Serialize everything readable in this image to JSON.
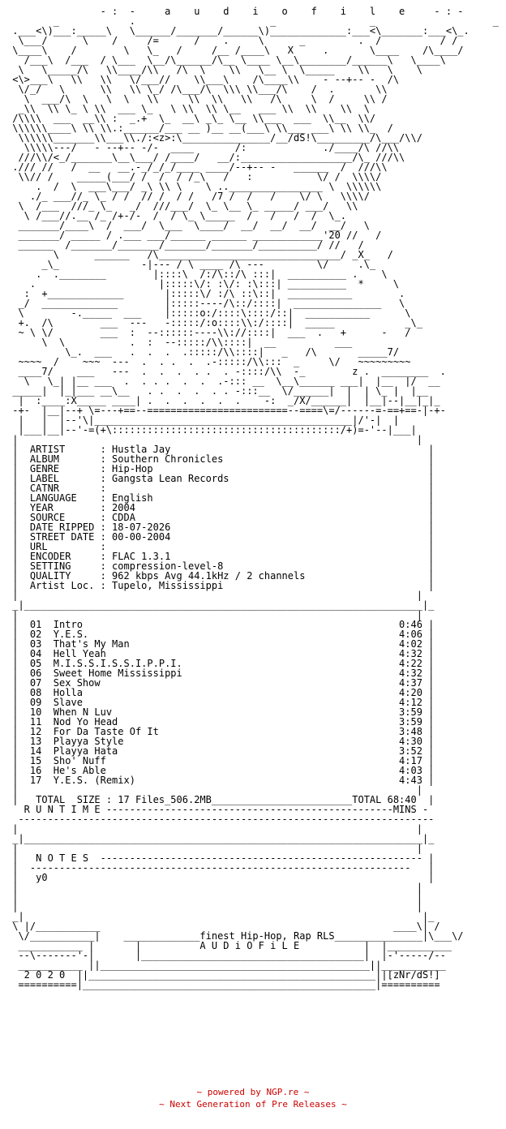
{
  "nfo": {
    "banner": "                - :  -     a    u    d    i    o    f    i    l    e     - : -",
    "art_top": [
      "        _            .                       _                _                    _",
      " .___<\\)___:_____\\   \\______/_______/______\\)_____________:___<\\_______:___<\\_.",
      "  \\___/      \\    /     /=      /    .     \\      _         .  /          / /",
      " \\____\\    /        \\   \\_   /     /__ /____\\   X     .       \\____    /\\____/",
      "   /___\\  /___  / \\___  \\__/\\______/\\__ \\____ \\__\\________/______\\   \\____\\",
      "  \\   \\_____/\\   \\\\____/\\\\   /\\  \\    \\\\   \\__ \\  \\_____    \\\\   \\    \\",
      " <\\>___\\   \\\\   \\\\   \\/___//    \\\\___\\    /\\____\\\\    - --+-- -  /\\",
      "  \\/_/   \\      \\\\   \\\\ \\_/ /\\___/\\  \\\\\\ \\\\___/\\    /  .       \\\\",
      "   \\  ___/\\  \\   \\  \\   \\\\     \\\\  \\\\   \\\\   /\\     \\  /     \\\\ /",
      "  _\\\\  \\\\ \\_ \\ \\\\  ___ \\_   \\ \\\\  \\\\ \\__   ___ \\\\  \\\\    \\\\  \\",
      " /\\\\\\\\  ___  __\\\\ :  _.+  \\_  __\\ _\\_ \\__ \\\\___  ___  \\\\__  \\\\/",
      " \\\\\\\\\\\\____\\ \\\\ \\\\.:______/___ __ )__ __(___\\ \\\\___ ___\\ \\\\ \\\\_  /",
      "  \\\\\\\\\\\\_______\\\\___\\\\./:<z>:\\_______________/__/dS!\\_________/\\___/\\\\/",
      "   \\\\\\\\\\---/   - --+-- -/-  ____       /:             ./____/\\ //\\\\",
      "  ///\\\\/<_/_______\\__\\___/ /____/   __/:___________________/\\_ ///\\\\",
      " ./// //   /  __   __.-_/_/_/____ ____/--+-- -   ______  /  ///\\\\",
      "  \\\\// /    _____(___/ /  /  / /_\\   /   :           \\/ /  \\\\\\\\/",
      "     .  /  \\  ___\\___/ _\\ \\\\ \\    \\ ..________________ \\  \\\\\\\\\\\\",
      "    ./_ ___//_ \\_ / /  // /  / /   /7 /  /   /    \\/ \\   \\\\\\\\/",
      "  \\  /___  ///_ \\_   _/  ///___/  \\_ \\__ \\_ _____/ ___/   \\\\",
      "   \\ /___//.__ /_ /+-/-  /  / \\_ \\_____  /   /   /  /  \\_.",
      "  _______/____\\  /  ___/  \\___  \\____/  __/  __/  __/  __/   \\",
      "  _______/ _____ / .___ ___/______ ______ ____________'20 //   /",
      "  ______  /_______/_______/_______/_______/__________/ //   /",
      "        \\      ______   /\\_______________________________/ _X_   /",
      "      _\\_              -|--- / \\ ____ /\\ ---         \\/     .\\_",
      "     .  .________        |::::\\  /:/\\::/\\ :::|  __________ .    \\",
      "    .                     |:::::\\/: :\\/: :\\:::| __________  *     \\",
      "   :  +_____________       |:::::\\/ :/\\ ::\\::|  ___________        .",
      "  _/  _____________        |:::::----/\\::/::::|  _______________   \\",
      "  \\        -._____  ___    |:::::o:/::::\\::::/::|  ___________      \\",
      "  +.  /\\        ___  ---   -:::::/:o::::\\\\:/::::|  _____            _\\_",
      "  ~ \\ \\/        ___  :  --::::::----\\\\://::::|  ___  .   +      -   /",
      "      \\  \\           .  :  --:::::/\\\\::::|  __          ___",
      "          \\_.  ___   .  .  .  .:::::/\\\\::::|   _   /\\       _____7/",
      "  ~~~~  /    ~~~  ---  .  . .  .  .-:::::/\\\\:::  _     \\/   ~~~~~~~~~",
      "  ____7/    ___   ---  .  .  .  . .  . -::::/\\\\  -_        z .  ________  .",
      "   \\   \\_| |__ ___  .  . . .  .  .  .-::: __  \\__\\______ ___|  |__  |/  __",
      " _____|  |_|___ __\\__   . .  .  .  . . -:::__  \\/______|  |  | \\_ |  |__",
      "  |  :____:X_____ ____| .  .  .  .  .  .    -:  _/X/______|  |__|--|__|_|_",
      " -+-  |__|--+ \\=---+==--========================--====\\=/------=-==+==-|-+-",
      "  |   |  |--'\\|____________________________________________|/'-|  |",
      "  |___|__|--'-=(+\\:::::::::::::::::::::::::::::::::::::::/+)=-'--|___|"
    ],
    "box_edge": " |                                                                    |",
    "info": [
      {
        "label": "ARTIST      ",
        "value": "Hustla Jay"
      },
      {
        "label": "ALBUM       ",
        "value": "Southern Chronicles"
      },
      {
        "label": "GENRE       ",
        "value": "Hip-Hop"
      },
      {
        "label": "LABEL       ",
        "value": "Gangsta Lean Records"
      },
      {
        "label": "CATNR       ",
        "value": ""
      },
      {
        "label": "LANGUAGE    ",
        "value": "English"
      },
      {
        "label": "YEAR        ",
        "value": "2004"
      },
      {
        "label": "SOURCE      ",
        "value": "CDDA"
      },
      {
        "label": "DATE RIPPED ",
        "value": "18-07-2026"
      },
      {
        "label": "STREET DATE ",
        "value": "00-00-2004"
      },
      {
        "label": "URL         ",
        "value": ""
      },
      {
        "label": "ENCODER     ",
        "value": "FLAC 1.3.1"
      },
      {
        "label": "SETTING     ",
        "value": "compression-level-8"
      },
      {
        "label": "QUALITY     ",
        "value": "962 kbps Avg 44.1kHz / 2 channels"
      },
      {
        "label": "Artist Loc. ",
        "value": "Tupelo, Mississippi"
      }
    ],
    "divider": " _|____________________________________________________________________|_",
    "tracks": [
      {
        "num": "01",
        "title": "Intro",
        "time": "0:46"
      },
      {
        "num": "02",
        "title": "Y.E.S.",
        "time": "4:06"
      },
      {
        "num": "03",
        "title": "That's My Man",
        "time": "4:02"
      },
      {
        "num": "04",
        "title": "Hell Yeah",
        "time": "4:32"
      },
      {
        "num": "05",
        "title": "M.I.S.S.I.S.S.I.P.P.I.",
        "time": "4:22"
      },
      {
        "num": "06",
        "title": "Sweet Home Mississippi",
        "time": "4:32"
      },
      {
        "num": "07",
        "title": "Sex Show",
        "time": "4:37"
      },
      {
        "num": "08",
        "title": "Holla",
        "time": "4:20"
      },
      {
        "num": "09",
        "title": "Slave",
        "time": "4:12"
      },
      {
        "num": "10",
        "title": "When N Luv",
        "time": "3:59"
      },
      {
        "num": "11",
        "title": "Nod Yo Head",
        "time": "3:59"
      },
      {
        "num": "12",
        "title": "For Da Taste Of It",
        "time": "3:48"
      },
      {
        "num": "13",
        "title": "Playya Style",
        "time": "4:30"
      },
      {
        "num": "14",
        "title": "Playya Hata",
        "time": "3:52"
      },
      {
        "num": "15",
        "title": "Sho' Nuff",
        "time": "4:17"
      },
      {
        "num": "16",
        "title": "He's Able",
        "time": "4:03"
      },
      {
        "num": "17",
        "title": "Y.E.S. (Remix)",
        "time": "4:43"
      }
    ],
    "total_line": "   TOTAL  SIZE : 17 Files_506.2MB________________________TOTAL 68:40",
    "runtime_line": "   R U N T I M E -------------------------------------------------MINS -",
    "runtime_rule": "  -----------------------------------------------------------------------",
    "notes_heading": "   N O T E S  -------------------------------------------------------",
    "notes_rule": "  -----------------------------------------------------------------",
    "notes_text": "   y0",
    "bottom": [
      " _|                                                                    |_",
      " \\ |/___________                                                  ____\\| /",
      "  \\/___________|    _____________finest Hip-Hop, Rap RLS_______________|\\___\\/",
      "  ___________ |       |          A U D i O F i L E           |  |___________",
      "  --\\-------'-|       |______________________________________|  |-'-----/--",
      "  ___________ ||______________________________________________||___________",
      "   2 0 2 0  ||_________________________________________________||[zNr/dS!]",
      "  ==========|__________________________________________________|=========="
    ]
  },
  "footer": {
    "line1": "~ powered by NGP.re ~",
    "line2": "~ Next Generation of Pre Releases ~",
    "color": "#cc0000"
  }
}
